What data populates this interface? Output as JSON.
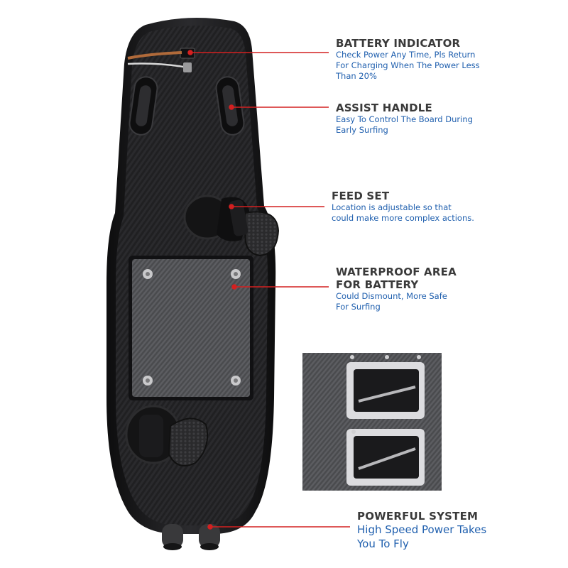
{
  "callouts": {
    "battery": {
      "title": "BATTERY INDICATOR",
      "desc": "Check Power Any Time, Pls Return\nFor  Charging When The Power Less\nThan 20%"
    },
    "handle": {
      "title": "ASSIST HANDLE",
      "desc": "Easy To Control The Board During\nEarly Surfing"
    },
    "feed": {
      "title": "FEED SET",
      "desc": "Location is adjustable so that\ncould make more complex actions."
    },
    "water": {
      "title": "WATERPROOF AREA\nFOR BATTERY",
      "desc": "Could Dismount, More Safe\nFor  Surfing"
    },
    "power": {
      "title": "POWERFUL SYSTEM",
      "desc": "High Speed Power Takes\nYou To Fly"
    }
  },
  "colors": {
    "leader_line": "#d42020",
    "title_text": "#3a3a3a",
    "desc_text": "#1f5fae",
    "board": "#1b1b1d"
  }
}
